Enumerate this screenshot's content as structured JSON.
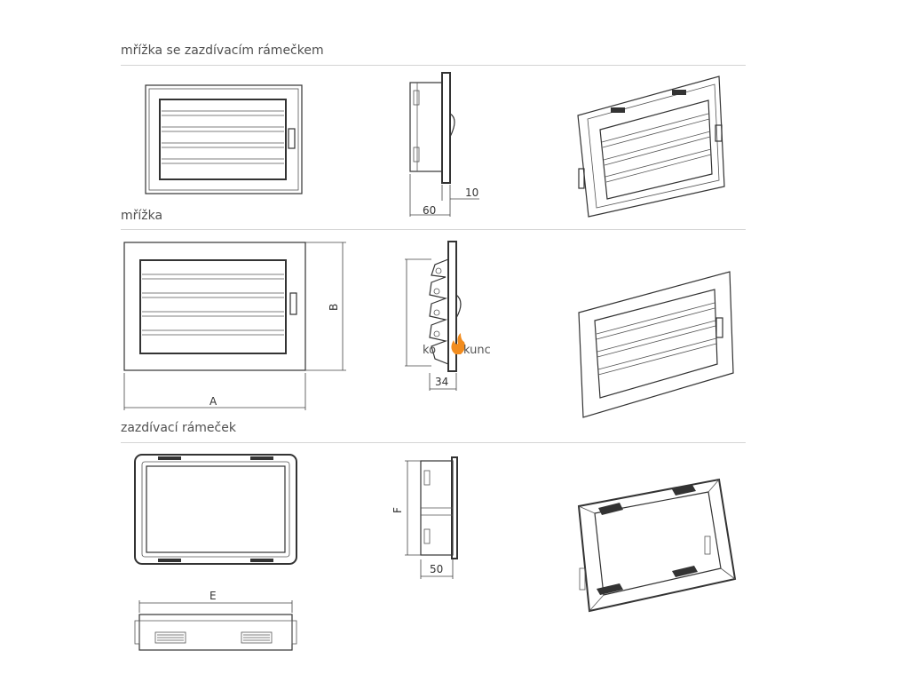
{
  "sections": [
    {
      "title": "mřížka se zazdívacím rámečkem"
    },
    {
      "title": "mřížka"
    },
    {
      "title": "zazdívací rámeček"
    }
  ],
  "dimensions": {
    "d60": "60",
    "d10": "10",
    "B": "B",
    "A": "A",
    "d34": "34",
    "F": "F",
    "d50": "50",
    "E": "E"
  },
  "logo": {
    "text_left": "ko",
    "text_right": "kunc",
    "accent_color": "#f28c1e"
  },
  "colors": {
    "line": "#333333",
    "rule": "#d4d4d4",
    "title": "#505050"
  }
}
